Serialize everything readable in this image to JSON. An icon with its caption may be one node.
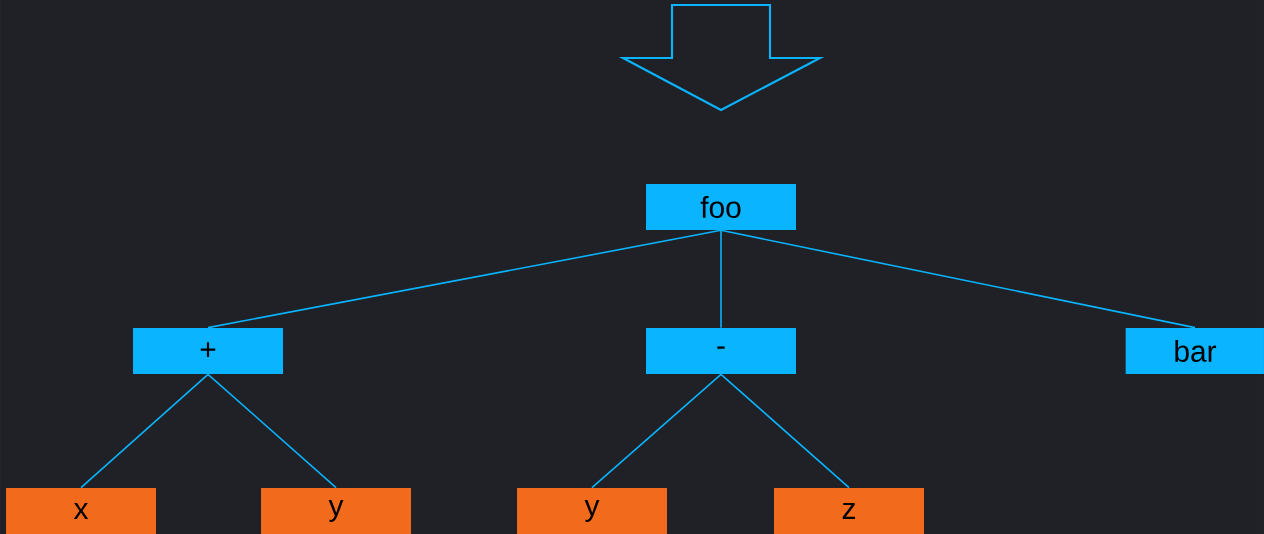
{
  "diagram": {
    "nodes": [
      {
        "text": [
          "foo"
        ]
      },
      {
        "text": [
          "+"
        ]
      },
      {
        "text": [
          "-"
        ]
      },
      {
        "text": [
          "bar"
        ]
      },
      {
        "text": [
          "x"
        ]
      },
      {
        "text": [
          "y"
        ]
      },
      {
        "text": [
          "y"
        ]
      },
      {
        "text": [
          "z"
        ]
      }
    ],
    "edges": [
      {
        "from": 0,
        "to": 1,
        "arrow": "none"
      },
      {
        "from": 0,
        "to": 2,
        "arrow": "none"
      },
      {
        "from": 0,
        "to": 3,
        "arrow": "none"
      },
      {
        "from": 1,
        "to": 4,
        "arrow": "none"
      },
      {
        "from": 1,
        "to": 5,
        "arrow": "none"
      },
      {
        "from": 2,
        "to": 6,
        "arrow": "none"
      },
      {
        "from": 2,
        "to": 7,
        "arrow": "none"
      }
    ]
  }
}
